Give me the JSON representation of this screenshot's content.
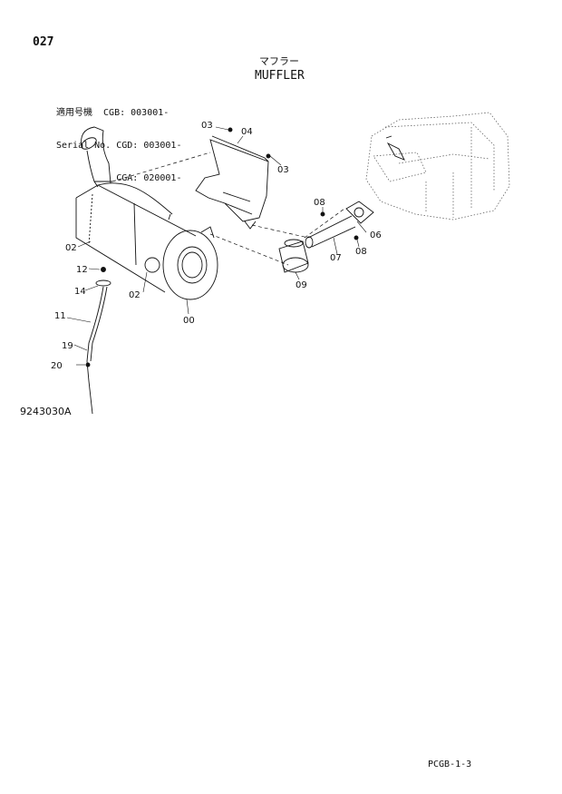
{
  "page_number": "027",
  "title_jp": "マフラー",
  "title_en": "MUFFLER",
  "serial_lines": [
    "適用号機  CGB: 003001-",
    "Serial No. CGD: 003001-",
    "           CGA: 020001-"
  ],
  "callouts": {
    "c00": "00",
    "c02a": "02",
    "c02b": "02",
    "c03a": "03",
    "c03b": "03",
    "c04": "04",
    "c06": "06",
    "c07": "07",
    "c08a": "08",
    "c08b": "08",
    "c09": "09",
    "c11": "11",
    "c12": "12",
    "c14": "14",
    "c19": "19",
    "c20": "20"
  },
  "figure_id": "9243030A",
  "footer_code": "PCGB-1-3"
}
